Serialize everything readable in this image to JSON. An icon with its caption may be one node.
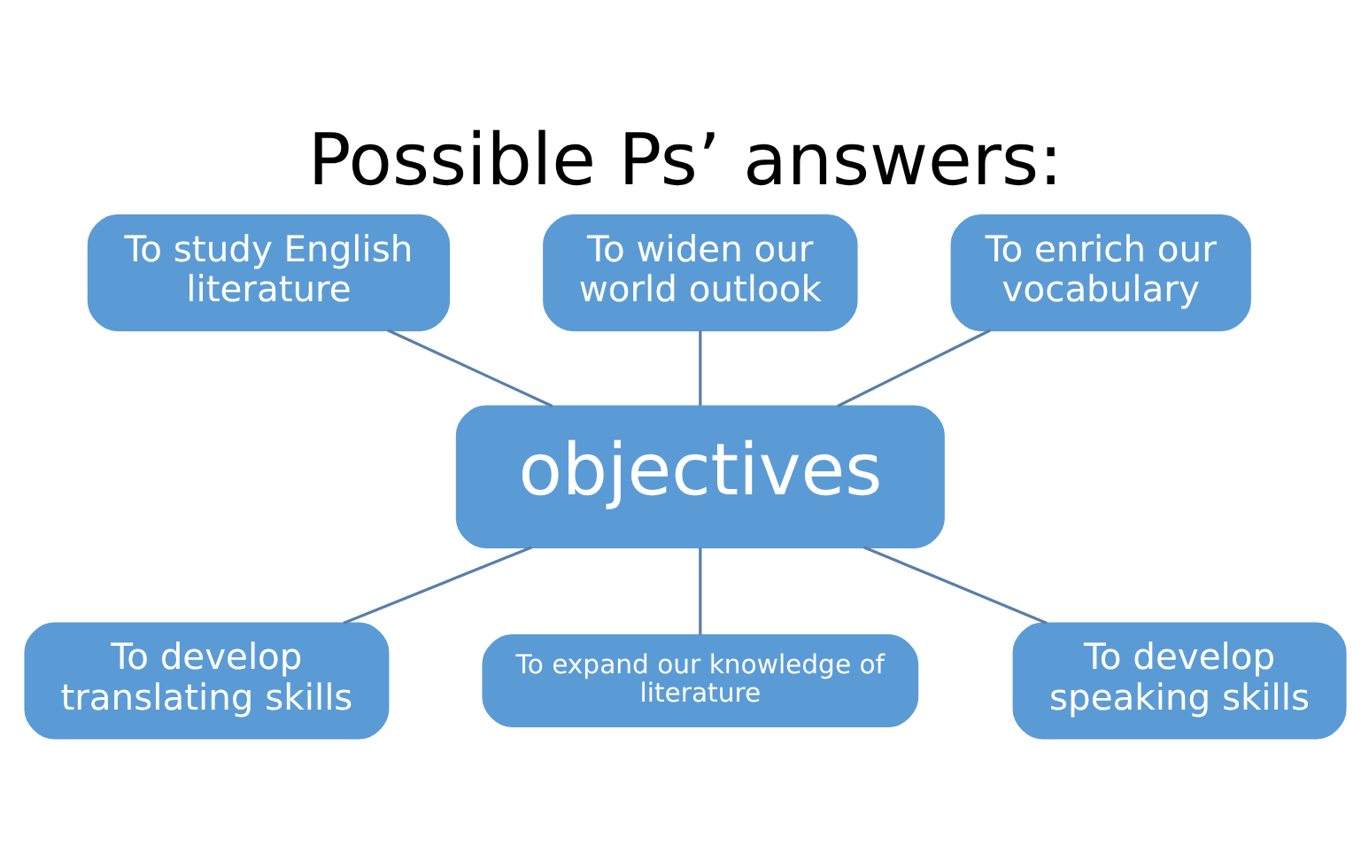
{
  "diagram": {
    "title": "Possible Ps’ answers:",
    "nodes": [
      {
        "text": [
          "To widen our world outlook"
        ]
      },
      {
        "text": [
          "To study English literature"
        ]
      },
      {
        "text": [
          "To enrich our vocabulary"
        ]
      },
      {
        "text": [
          "objectives"
        ]
      },
      {
        "text": [
          "To develop translating skills"
        ]
      },
      {
        "text": [
          "To develop speaking skills"
        ]
      },
      {
        "text": [
          "To expand our knowledge of literature"
        ]
      }
    ],
    "edges": [
      {
        "from": 1,
        "to": 3,
        "arrow": "none"
      },
      {
        "from": 0,
        "to": 3,
        "arrow": "none"
      },
      {
        "from": 2,
        "to": 3,
        "arrow": "none"
      },
      {
        "from": 3,
        "to": 4,
        "arrow": "none"
      },
      {
        "from": 3,
        "to": 6,
        "arrow": "none"
      },
      {
        "from": 3,
        "to": 5,
        "arrow": "none"
      }
    ]
  }
}
